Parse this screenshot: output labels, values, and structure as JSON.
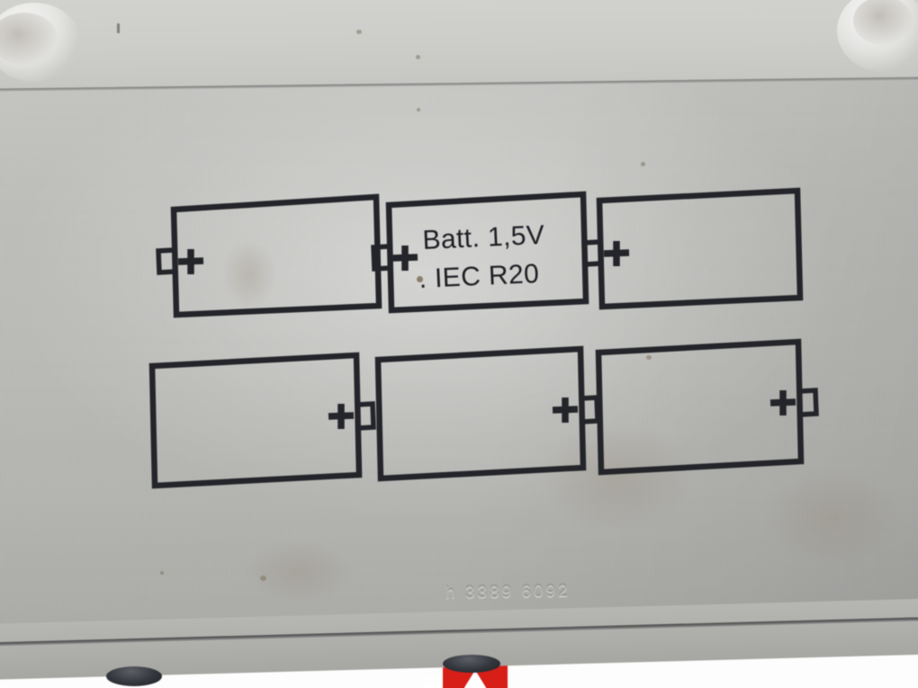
{
  "scene": {
    "title": "Battery compartment label plate",
    "surface_color": "#bdbdba",
    "ink_color": "#24252a",
    "desk_color": "#fbfbfb"
  },
  "label": {
    "line1": "Batt. 1,5V",
    "line2": "IEC R20"
  },
  "molding": {
    "serial_text": "h 3389 6092"
  },
  "batteries": {
    "top_row": [
      {
        "name": "battery-top-left",
        "polarity": "+",
        "terminal_side": "left",
        "label_lines": []
      },
      {
        "name": "battery-top-middle",
        "polarity": "+",
        "terminal_side": "left",
        "label_lines": [
          "Batt. 1,5V",
          "IEC R20"
        ]
      },
      {
        "name": "battery-top-right",
        "polarity": "+",
        "terminal_side": "left",
        "label_lines": []
      }
    ],
    "bottom_row": [
      {
        "name": "battery-bottom-left",
        "polarity": "+",
        "terminal_side": "right",
        "label_lines": []
      },
      {
        "name": "battery-bottom-middle",
        "polarity": "+",
        "terminal_side": "right",
        "label_lines": []
      },
      {
        "name": "battery-bottom-right",
        "polarity": "+",
        "terminal_side": "right",
        "label_lines": []
      }
    ]
  },
  "hardware": {
    "screw_boss_count": 2,
    "rubber_foot_count": 2
  }
}
